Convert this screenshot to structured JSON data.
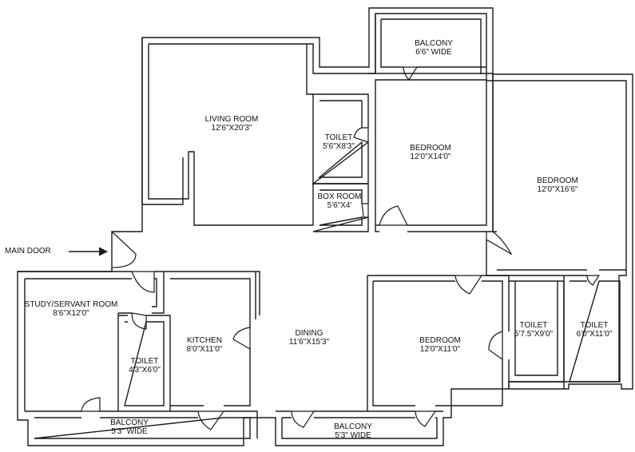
{
  "colors": {
    "line": "#1a1a1a",
    "wall_fill": "#ffffff",
    "background": "#ffffff"
  },
  "entry": {
    "label": "MAIN DOOR"
  },
  "rooms": {
    "balcony_top": {
      "name": "BALCONY",
      "size": "6'6\" WIDE"
    },
    "living": {
      "name": "LIVING ROOM",
      "size": "12'6\"X20'3\""
    },
    "toilet_upper": {
      "name": "TOILET",
      "size": "5'6\"X8'3\""
    },
    "bedroom_a": {
      "name": "BEDROOM",
      "size": "12'0\"X14'0\""
    },
    "bedroom_b": {
      "name": "BEDROOM",
      "size": "12'0\"X16'6\""
    },
    "box_room": {
      "name": "BOX ROOM",
      "size": "5'6\"X4'"
    },
    "study": {
      "name": "STUDY/SERVANT ROOM",
      "size": "8'6\"X12'0\""
    },
    "toilet_study": {
      "name": "TOILET",
      "size": "4'3\"X6'0\""
    },
    "kitchen": {
      "name": "KITCHEN",
      "size": "8'0\"X11'0\""
    },
    "dining": {
      "name": "DINING",
      "size": "11'6\"X15'3\""
    },
    "bedroom_c": {
      "name": "BEDROOM",
      "size": "12'0\"X11'0\""
    },
    "toilet_mid": {
      "name": "TOILET",
      "size": "5'7.5\"X9'0\""
    },
    "toilet_right": {
      "name": "TOILET",
      "size": "6'0\"X11'0\""
    },
    "balcony_left": {
      "name": "BALCONY",
      "size": "5'3\" WIDE"
    },
    "balcony_mid": {
      "name": "BALCONY",
      "size": "5'3\" WIDE"
    }
  }
}
